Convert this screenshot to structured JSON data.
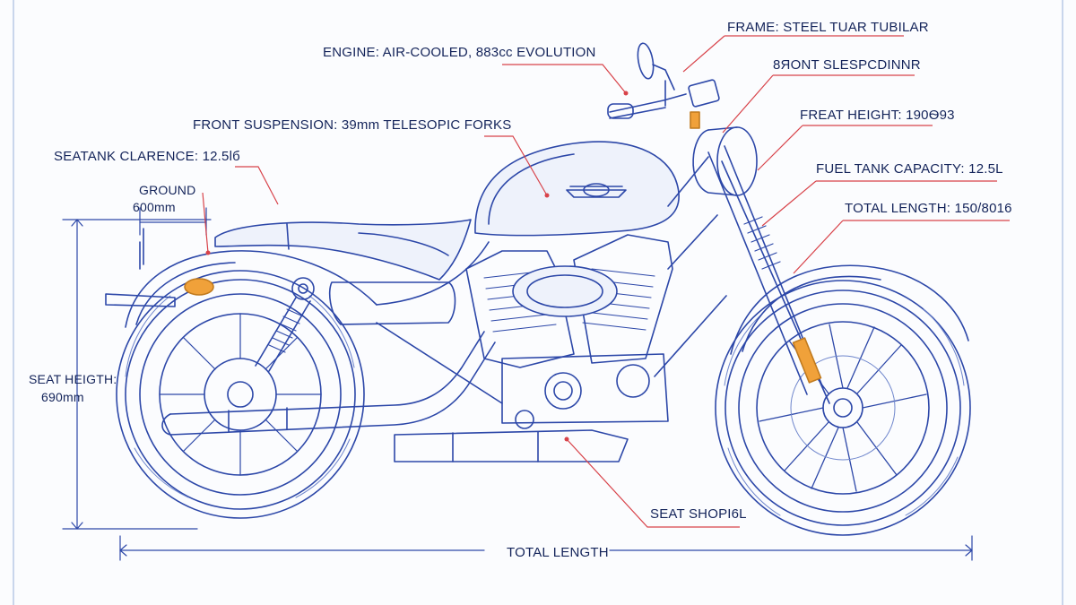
{
  "labels": {
    "engine": "ENGINE: AIR-COOLED, 883cc EVOLUTION",
    "frame": "FRAME: STEEL TUAR TUBILAR",
    "front_suspension_alt": "8ЯONT SLESPCDINNR",
    "front_suspension": "FRONT SUSPENSION: 39mm TELESOPIC FORKS",
    "front_height": "FREAT HEIGHT: 190Ѳ93",
    "seat_tank_clearance": "SEATANK CLARENCE: 12.5lб",
    "fuel_tank_capacity": "FUEL TANK CAPACITY: 12.5L",
    "ground": "GROUND",
    "ground_value": "600mm",
    "total_length_spec": "TOTAL LENGTH: 150/8016",
    "seat_height_line1": "SEAT HEIGTH:",
    "seat_height_line2": "690mm",
    "seat_shopi": "SEAT SHOPI6L",
    "total_length": "TOTAL LENGTH"
  },
  "colors": {
    "line": "#2c47a8",
    "line_light": "#6f86cc",
    "leader": "#d8434a",
    "text": "#14245a",
    "amber": "#f0a13a",
    "tank_fill": "#eef2fb"
  },
  "icons": {
    "tank_badge": "winged-badge-icon"
  }
}
